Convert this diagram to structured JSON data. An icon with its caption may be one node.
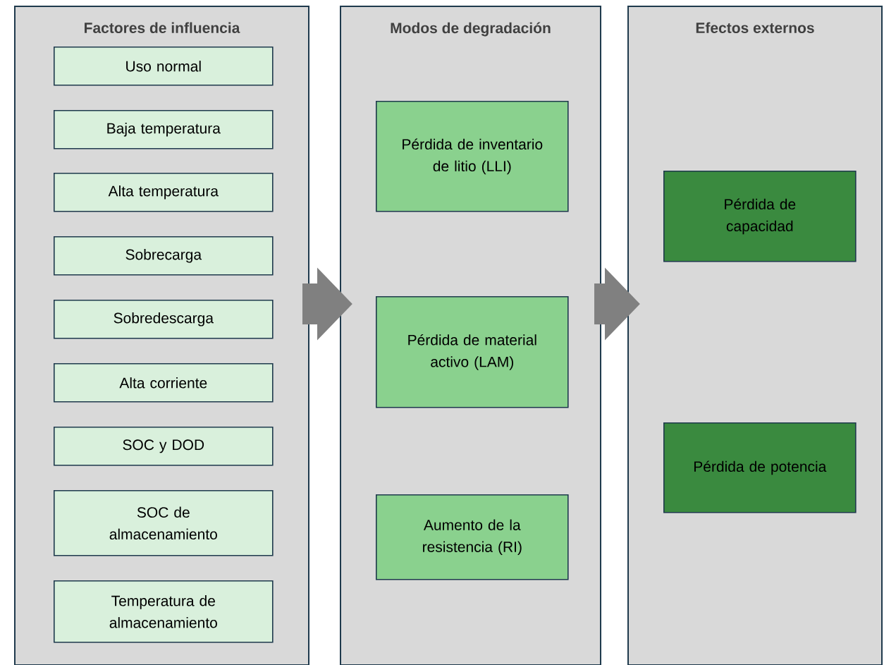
{
  "diagram": {
    "nodes": [
      {
        "text": [
          "Factores de influencia"
        ]
      },
      {
        "text": [
          "Uso normal"
        ],
        "in": 0
      },
      {
        "text": [
          "Baja temperatura"
        ],
        "in": 0
      },
      {
        "text": [
          "Alta temperatura"
        ],
        "in": 0
      },
      {
        "text": [
          "Sobrecarga"
        ],
        "in": 0
      },
      {
        "text": [
          "Sobredescarga"
        ],
        "in": 0
      },
      {
        "text": [
          "Alta corriente"
        ],
        "in": 0
      },
      {
        "text": [
          "SOC y DOD"
        ],
        "in": 0
      },
      {
        "text": [
          "SOC de almacenamiento"
        ],
        "in": 0
      },
      {
        "text": [
          "Temperatura de almacenamiento"
        ],
        "in": 0
      },
      {
        "text": [
          "Modos de degradación"
        ]
      },
      {
        "text": [
          "Pérdida de inventario de litio (LLI)"
        ],
        "in": 10
      },
      {
        "text": [
          "Pérdida de material activo (LAM)"
        ],
        "in": 10
      },
      {
        "text": [
          "Aumento de la resistencia (RI)"
        ],
        "in": 10
      },
      {
        "text": [
          "Efectos externos"
        ]
      },
      {
        "text": [
          "Pérdida de capacidad"
        ],
        "in": 14
      },
      {
        "text": [
          "Pérdida de potencia"
        ],
        "in": 14
      }
    ],
    "edges": [
      {
        "from": 0,
        "to": 10,
        "arrow": "to"
      },
      {
        "from": 10,
        "to": 14,
        "arrow": "to"
      }
    ]
  }
}
